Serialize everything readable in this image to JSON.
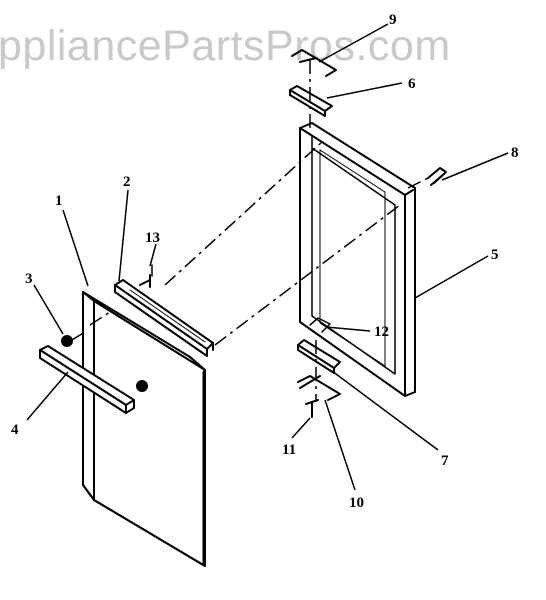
{
  "watermark": {
    "text": "ppliancePartsPros.com",
    "color": "#c9c9c9"
  },
  "diagram": {
    "line_color": "#000000",
    "callouts": [
      "1",
      "2",
      "3",
      "4",
      "5",
      "6",
      "7",
      "8",
      "9",
      "10",
      "11",
      "12",
      "13"
    ]
  }
}
